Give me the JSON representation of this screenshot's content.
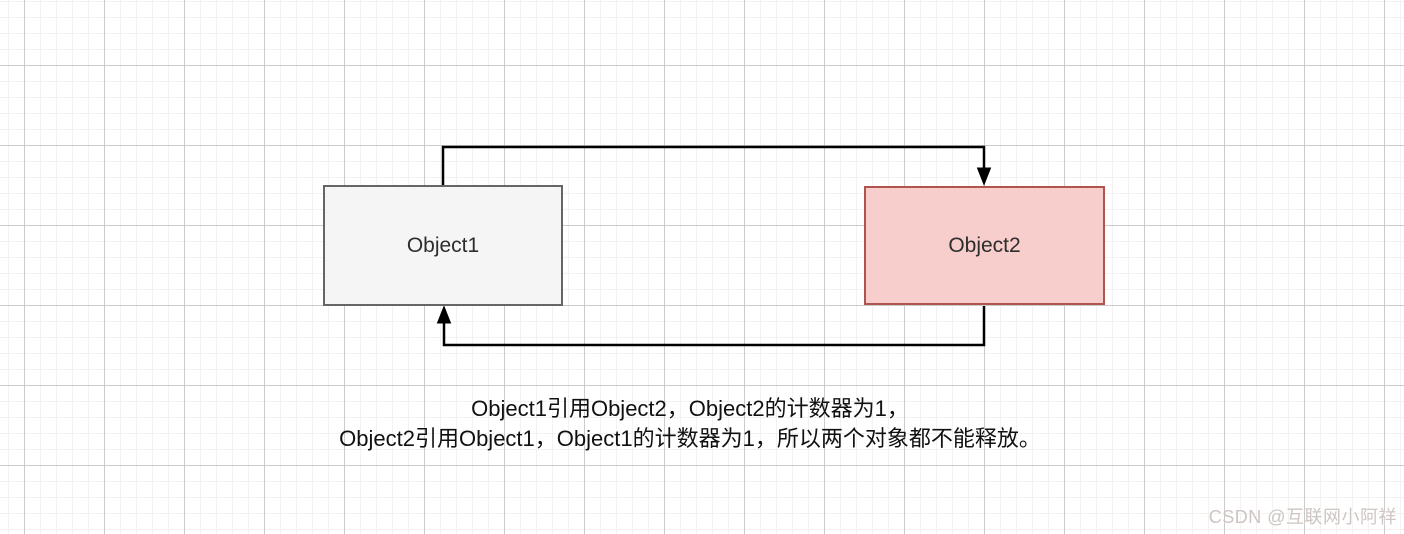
{
  "diagram": {
    "type": "reference-cycle-diagram",
    "nodes": [
      {
        "id": "object1",
        "label": "Object1",
        "fill": "#f5f5f5",
        "border": "#666666"
      },
      {
        "id": "object2",
        "label": "Object2",
        "fill": "#f8cecc",
        "border": "#b05450"
      }
    ],
    "edges": [
      {
        "from": "Object1",
        "to": "Object2",
        "style": "orthogonal-arrow"
      },
      {
        "from": "Object2",
        "to": "Object1",
        "style": "orthogonal-arrow"
      }
    ]
  },
  "caption": {
    "line1": "Object1引用Object2，Object2的计数器为1，",
    "line2": "Object2引用Object1，Object1的计数器为1，所以两个对象都不能释放。"
  },
  "watermark": {
    "text": "CSDN @互联网小阿祥"
  },
  "colors": {
    "edge_stroke": "#000000",
    "grid_major": "#cbcbcb",
    "grid_minor": "#f6f1f1",
    "watermark_text": "#ccc5c2"
  }
}
